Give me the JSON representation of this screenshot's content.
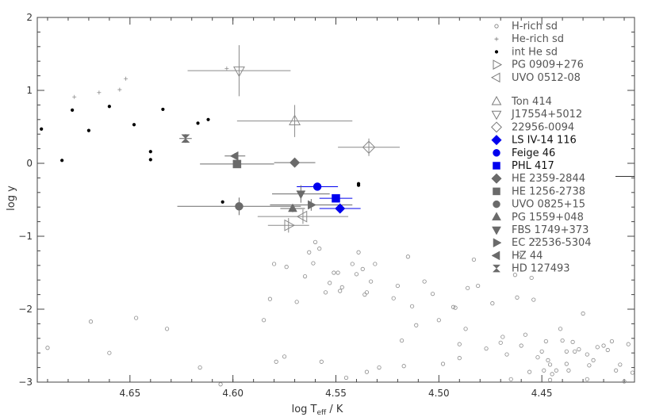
{
  "chart_data": {
    "type": "scatter",
    "xlabel_main": "log T",
    "xlabel_sub": "eff",
    "xlabel_tail": " / K",
    "ylabel": "log y",
    "x_reversed": true,
    "xlim": [
      4.695,
      4.405
    ],
    "ylim": [
      -3.0,
      2.0
    ],
    "xticks": [
      {
        "v": 4.65,
        "label": "4.65"
      },
      {
        "v": 4.6,
        "label": "4.60"
      },
      {
        "v": 4.55,
        "label": "4.55"
      },
      {
        "v": 4.5,
        "label": "4.50"
      },
      {
        "v": 4.45,
        "label": "4.45"
      }
    ],
    "yticks": [
      {
        "v": -3,
        "label": "−3"
      },
      {
        "v": -2,
        "label": "−2"
      },
      {
        "v": -1,
        "label": "−1"
      },
      {
        "v": 0,
        "label": "0"
      },
      {
        "v": 1,
        "label": "1"
      },
      {
        "v": 2,
        "label": "2"
      }
    ],
    "legend_position": "right",
    "legend": [
      {
        "label": "H-rich sd",
        "marker": "small-circle-open",
        "color": "#7a7a7a"
      },
      {
        "label": "He-rich sd",
        "marker": "plus",
        "color": "#7a7a7a"
      },
      {
        "label": "int He sd",
        "marker": "dot",
        "color": "#000000"
      },
      {
        "label": "PG 0909+276",
        "marker": "triangle-right-open",
        "color": "#7a7a7a"
      },
      {
        "label": "UVO 0512-08",
        "marker": "triangle-left-open",
        "color": "#7a7a7a"
      },
      {
        "label": "Ton 414",
        "marker": "triangle-up-open",
        "color": "#7a7a7a",
        "gap_before": true
      },
      {
        "label": "J17554+5012",
        "marker": "triangle-down-open",
        "color": "#7a7a7a"
      },
      {
        "label": "22956-0094",
        "marker": "diamond-open",
        "color": "#7a7a7a"
      },
      {
        "label": "LS IV-14 116",
        "marker": "diamond",
        "color": "#0000ee"
      },
      {
        "label": "Feige 46",
        "marker": "circle",
        "color": "#0000ee"
      },
      {
        "label": "PHL 417",
        "marker": "square",
        "color": "#0000ee"
      },
      {
        "label": "HE 2359-2844",
        "marker": "diamond",
        "color": "#6a6a6a"
      },
      {
        "label": "HE 1256-2738",
        "marker": "square",
        "color": "#6a6a6a"
      },
      {
        "label": "UVO 0825+15",
        "marker": "circle",
        "color": "#6a6a6a"
      },
      {
        "label": "PG 1559+048",
        "marker": "triangle-up",
        "color": "#6a6a6a"
      },
      {
        "label": "FBS 1749+373",
        "marker": "triangle-down",
        "color": "#6a6a6a"
      },
      {
        "label": "EC 22536-5304",
        "marker": "triangle-right",
        "color": "#6a6a6a"
      },
      {
        "label": "HZ 44",
        "marker": "triangle-left",
        "color": "#6a6a6a"
      },
      {
        "label": "HD 127493",
        "marker": "hourglass",
        "color": "#6a6a6a"
      }
    ],
    "series": [
      {
        "name": "H-rich sd",
        "marker": "small-circle-open",
        "color": "#8a8a8a",
        "points": [
          [
            4.69,
            -2.53
          ],
          [
            4.669,
            -2.17
          ],
          [
            4.66,
            -2.6
          ],
          [
            4.647,
            -2.12
          ],
          [
            4.632,
            -2.27
          ],
          [
            4.616,
            -2.8
          ],
          [
            4.606,
            -3.03
          ],
          [
            4.585,
            -2.15
          ],
          [
            4.582,
            -1.86
          ],
          [
            4.58,
            -1.38
          ],
          [
            4.579,
            -2.72
          ],
          [
            4.575,
            -2.65
          ],
          [
            4.574,
            -1.42
          ],
          [
            4.569,
            -1.9
          ],
          [
            4.565,
            -1.55
          ],
          [
            4.563,
            -1.22
          ],
          [
            4.561,
            -1.37
          ],
          [
            4.56,
            -1.08
          ],
          [
            4.558,
            -1.17
          ],
          [
            4.557,
            -2.72
          ],
          [
            4.555,
            -1.77
          ],
          [
            4.553,
            -1.64
          ],
          [
            4.551,
            -1.5
          ],
          [
            4.549,
            -1.5
          ],
          [
            4.548,
            -1.75
          ],
          [
            4.547,
            -1.7
          ],
          [
            4.545,
            -2.94
          ],
          [
            4.542,
            -1.38
          ],
          [
            4.54,
            -1.52
          ],
          [
            4.539,
            -1.22
          ],
          [
            4.537,
            -1.45
          ],
          [
            4.536,
            -1.8
          ],
          [
            4.535,
            -1.77
          ],
          [
            4.535,
            -2.86
          ],
          [
            4.533,
            -1.62
          ],
          [
            4.531,
            -1.38
          ],
          [
            4.529,
            -2.8
          ],
          [
            4.522,
            -1.85
          ],
          [
            4.52,
            -1.68
          ],
          [
            4.518,
            -2.43
          ],
          [
            4.517,
            -2.78
          ],
          [
            4.515,
            -1.28
          ],
          [
            4.513,
            -1.96
          ],
          [
            4.511,
            -2.22
          ],
          [
            4.507,
            -1.62
          ],
          [
            4.503,
            -1.79
          ],
          [
            4.5,
            -2.15
          ],
          [
            4.498,
            -2.75
          ],
          [
            4.493,
            -1.97
          ],
          [
            4.492,
            -1.98
          ],
          [
            4.49,
            -2.67
          ],
          [
            4.49,
            -2.48
          ],
          [
            4.487,
            -2.27
          ],
          [
            4.486,
            -1.71
          ],
          [
            4.483,
            -1.32
          ],
          [
            4.481,
            -1.68
          ],
          [
            4.477,
            -2.54
          ],
          [
            4.474,
            -1.92
          ],
          [
            4.47,
            -2.46
          ],
          [
            4.469,
            -2.38
          ],
          [
            4.467,
            -2.62
          ],
          [
            4.465,
            -2.96
          ],
          [
            4.463,
            -1.53
          ],
          [
            4.462,
            -1.84
          ],
          [
            4.461,
            -1.25
          ],
          [
            4.46,
            -2.5
          ],
          [
            4.458,
            -2.35
          ],
          [
            4.455,
            -1.57
          ],
          [
            4.454,
            -1.87
          ],
          [
            4.453,
            -1.05
          ],
          [
            4.452,
            -2.66
          ],
          [
            4.45,
            -2.58
          ],
          [
            4.449,
            -2.84
          ],
          [
            4.448,
            -2.44
          ],
          [
            4.447,
            -2.7
          ],
          [
            4.446,
            -2.76
          ],
          [
            4.445,
            -2.89
          ],
          [
            4.443,
            -2.84
          ],
          [
            4.441,
            -2.27
          ],
          [
            4.44,
            -2.43
          ],
          [
            4.438,
            -2.75
          ],
          [
            4.437,
            -2.84
          ],
          [
            4.435,
            -2.45
          ],
          [
            4.434,
            -2.58
          ],
          [
            4.432,
            -2.55
          ],
          [
            4.43,
            -2.06
          ],
          [
            4.428,
            -2.62
          ],
          [
            4.427,
            -2.77
          ],
          [
            4.425,
            -2.7
          ],
          [
            4.423,
            -2.52
          ],
          [
            4.42,
            -2.5
          ],
          [
            4.418,
            -2.56
          ],
          [
            4.416,
            -2.44
          ],
          [
            4.414,
            -2.84
          ],
          [
            4.412,
            -2.76
          ],
          [
            4.41,
            -2.99
          ],
          [
            4.408,
            -2.48
          ],
          [
            4.406,
            -2.87
          ],
          [
            4.446,
            -2.97
          ],
          [
            4.456,
            -2.86
          ],
          [
            4.438,
            -2.58
          ],
          [
            4.428,
            -2.96
          ]
        ]
      },
      {
        "name": "He-rich sd",
        "marker": "plus",
        "color": "#8a8a8a",
        "points": [
          [
            4.677,
            0.91
          ],
          [
            4.665,
            0.97
          ],
          [
            4.655,
            1.01
          ],
          [
            4.652,
            1.16
          ],
          [
            4.603,
            1.3
          ]
        ]
      },
      {
        "name": "int He sd",
        "marker": "dot",
        "color": "#000000",
        "points": [
          [
            4.693,
            0.47
          ],
          [
            4.683,
            0.04
          ],
          [
            4.678,
            0.73
          ],
          [
            4.67,
            0.45
          ],
          [
            4.66,
            0.78
          ],
          [
            4.648,
            0.53
          ],
          [
            4.64,
            0.16
          ],
          [
            4.64,
            0.05
          ],
          [
            4.634,
            0.74
          ],
          [
            4.617,
            0.55
          ],
          [
            4.612,
            0.6
          ],
          [
            4.605,
            -0.53
          ],
          [
            4.539,
            -0.28
          ],
          [
            4.539,
            -0.3
          ]
        ]
      },
      {
        "name": "PG 0909+276",
        "marker": "triangle-right-open",
        "color": "#8a8a8a",
        "points": [
          [
            4.573,
            -0.85
          ]
        ],
        "xerr": 0.01,
        "yerr": 0.1
      },
      {
        "name": "UVO 0512-08",
        "marker": "triangle-left-open",
        "color": "#8a8a8a",
        "points": [
          [
            4.566,
            -0.73
          ]
        ],
        "xerr": 0.022,
        "yerr": 0.1
      },
      {
        "name": "Ton 414",
        "marker": "triangle-up-open",
        "color": "#8a8a8a",
        "points": [
          [
            4.57,
            0.58
          ]
        ],
        "xerr": 0.028,
        "yerr": 0.22
      },
      {
        "name": "J17554+5012",
        "marker": "triangle-down-open",
        "color": "#8a8a8a",
        "points": [
          [
            4.597,
            1.27
          ]
        ],
        "xerr": 0.025,
        "yerr": 0.35
      },
      {
        "name": "22956-0094",
        "marker": "diamond-open",
        "color": "#8a8a8a",
        "points": [
          [
            4.534,
            0.22
          ]
        ],
        "xerr": 0.015,
        "yerr": 0.12
      },
      {
        "name": "LS IV-14 116",
        "marker": "diamond",
        "color": "#0000ee",
        "points": [
          [
            4.548,
            -0.62
          ]
        ],
        "xerr": 0.01,
        "yerr": 0.06
      },
      {
        "name": "Feige 46",
        "marker": "circle",
        "color": "#0000ee",
        "points": [
          [
            4.559,
            -0.32
          ]
        ],
        "xerr": 0.01,
        "yerr": 0.04
      },
      {
        "name": "PHL 417",
        "marker": "square",
        "color": "#0000ee",
        "points": [
          [
            4.55,
            -0.48
          ]
        ],
        "xerr": 0.008,
        "yerr": 0.05
      },
      {
        "name": "HE 2359-2844",
        "marker": "diamond",
        "color": "#6a6a6a",
        "points": [
          [
            4.57,
            0.01
          ]
        ],
        "xerr": 0.01,
        "yerr": 0.06
      },
      {
        "name": "HE 1256-2738",
        "marker": "square",
        "color": "#6a6a6a",
        "points": [
          [
            4.598,
            -0.01
          ]
        ],
        "xerr": 0.018,
        "yerr": 0.05
      },
      {
        "name": "UVO 0825+15",
        "marker": "circle",
        "color": "#6a6a6a",
        "points": [
          [
            4.597,
            -0.59
          ]
        ],
        "xerr": 0.03,
        "yerr": 0.12
      },
      {
        "name": "PG 1559+048",
        "marker": "triangle-up",
        "color": "#6a6a6a",
        "points": [
          [
            4.571,
            -0.62
          ]
        ],
        "xerr": 0.006,
        "yerr": 0.05
      },
      {
        "name": "FBS 1749+373",
        "marker": "triangle-down",
        "color": "#6a6a6a",
        "points": [
          [
            4.567,
            -0.42
          ]
        ],
        "xerr": 0.014,
        "yerr": 0.12
      },
      {
        "name": "EC 22536-5304",
        "marker": "triangle-right",
        "color": "#6a6a6a",
        "points": [
          [
            4.562,
            -0.57
          ]
        ],
        "xerr": 0.02,
        "yerr": 0.08
      },
      {
        "name": "HZ 44",
        "marker": "triangle-left",
        "color": "#6a6a6a",
        "points": [
          [
            4.599,
            0.1
          ]
        ],
        "xerr": 0.005,
        "yerr": 0.04
      },
      {
        "name": "HD 127493",
        "marker": "hourglass",
        "color": "#6a6a6a",
        "points": [
          [
            4.623,
            0.34
          ]
        ],
        "xerr": 0.003,
        "yerr": 0.06
      }
    ]
  }
}
